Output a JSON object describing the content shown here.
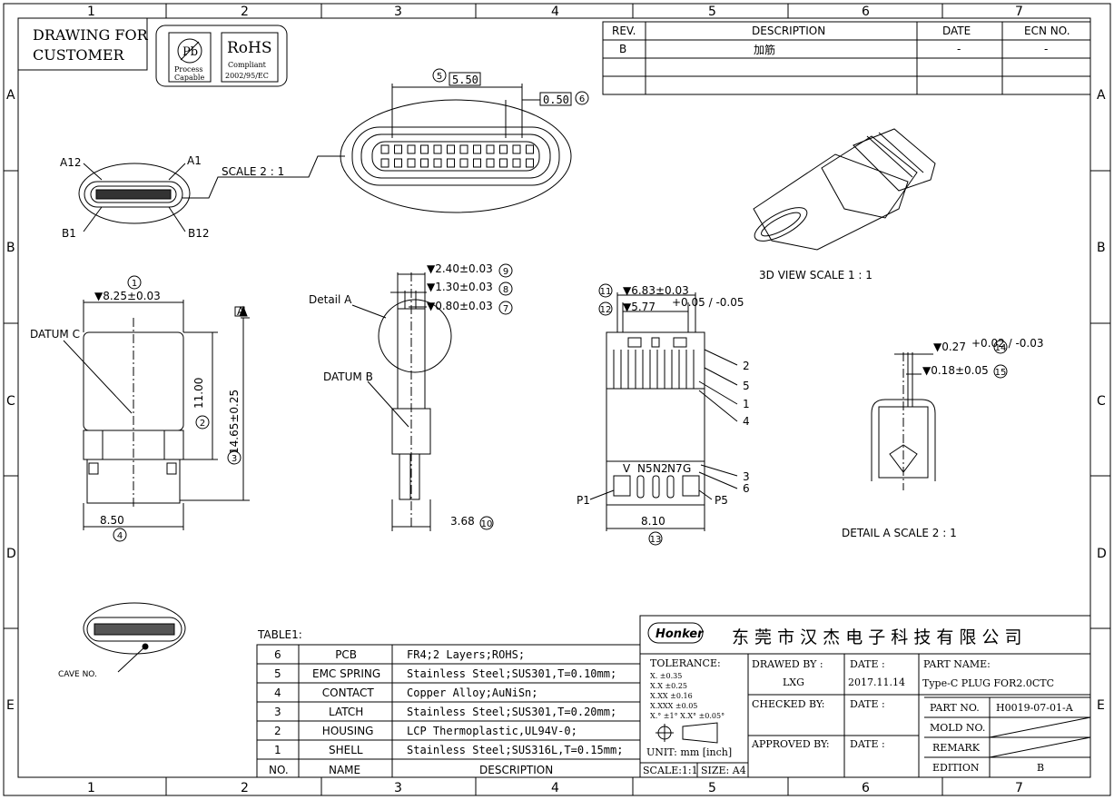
{
  "frame": {
    "cols": [
      "1",
      "2",
      "3",
      "4",
      "5",
      "6",
      "7"
    ],
    "rows": [
      "A",
      "B",
      "C",
      "D",
      "E"
    ]
  },
  "customer_box": {
    "line1": "DRAWING FOR",
    "line2": "CUSTOMER"
  },
  "badges": {
    "pb": "Pb",
    "pb_sub1": "Process",
    "pb_sub2": "Capable",
    "rohs": "RoHS",
    "rohs_sub1": "Compliant",
    "rohs_sub2": "2002/95/EC"
  },
  "revision_table": {
    "headers": [
      "REV.",
      "DESCRIPTION",
      "DATE",
      "ECN NO."
    ],
    "row": [
      "B",
      "加筋",
      "-",
      "-"
    ]
  },
  "labels": {
    "a12": "A12",
    "a1": "A1",
    "b1": "B1",
    "b12": "B12",
    "scale21": "SCALE 2 : 1",
    "view3d": "3D VIEW   SCALE 1 : 1",
    "datum_c": "DATUM C",
    "datum_b": "DATUM B",
    "detail_a": "Detail A",
    "detail_scale": "DETAIL A   SCALE 2 : 1",
    "cave": "CAVE NO.",
    "p1": "P1",
    "p5": "P5",
    "datum_a": "A",
    "pin_v": "V",
    "pin_n5": "N5",
    "pin_n2": "N2",
    "pin_n7": "N7",
    "pin_g": "G"
  },
  "dims": {
    "d550": "5.50",
    "d050": "0.50",
    "d825": "▼8.25±0.03",
    "d1100": "11.00",
    "d1465": "14.65±0.25",
    "d850": "8.50",
    "d240": "▼2.40±0.03",
    "d130": "▼1.30±0.03",
    "d080": "▼0.80±0.03",
    "d368": "3.68",
    "d683": "▼6.83±0.03",
    "d577": "▼5.77",
    "d577tol": "+0.05 / -0.05",
    "d810": "8.10",
    "d027": "▼0.27",
    "d027tol": "+0.02 / -0.03",
    "d018": "▼0.18±0.05"
  },
  "balloons": [
    "1",
    "2",
    "3",
    "4",
    "5",
    "6",
    "7",
    "8",
    "9",
    "10",
    "11",
    "12",
    "13",
    "14",
    "15"
  ],
  "callouts": [
    "2",
    "5",
    "1",
    "4",
    "3",
    "6"
  ],
  "bom": {
    "title": "TABLE1:",
    "rows": [
      {
        "no": "6",
        "name": "PCB",
        "desc": "FR4;2 Layers;ROHS;"
      },
      {
        "no": "5",
        "name": "EMC SPRING",
        "desc": "Stainless Steel;SUS301,T=0.10mm;"
      },
      {
        "no": "4",
        "name": "CONTACT",
        "desc": "Copper Alloy;AuNiSn;"
      },
      {
        "no": "3",
        "name": "LATCH",
        "desc": "Stainless Steel;SUS301,T=0.20mm;"
      },
      {
        "no": "2",
        "name": "HOUSING",
        "desc": "LCP Thermoplastic,UL94V-0;"
      },
      {
        "no": "1",
        "name": "SHELL",
        "desc": "Stainless Steel;SUS316L,T=0.15mm;"
      }
    ],
    "header": {
      "no": "NO.",
      "name": "NAME",
      "desc": "DESCRIPTION"
    }
  },
  "title_block": {
    "logo": "Honker",
    "company": "东 莞 市 汉 杰 电 子 科 技 有 限 公 司",
    "tolerance_title": "TOLERANCE:",
    "tol": [
      "X.      ±0.35",
      "X.X     ±0.25",
      "X.XX    ±0.16",
      "X.XXX   ±0.05",
      "X.° ±1°      X.X° ±0.05°"
    ],
    "unit": "UNIT: mm [inch]",
    "scale": "SCALE:1:1",
    "size": "SIZE: A4",
    "drawed_by": "DRAWED BY :",
    "drawer": "LXG",
    "date_label": "DATE :",
    "date": "2017.11.14",
    "checked_by": "CHECKED BY:",
    "approved_by": "APPROVED BY:",
    "part_name_label": "PART NAME:",
    "part_name": "Type-C PLUG FOR2.0CTC",
    "part_no_label": "PART NO.",
    "part_no": "H0019-07-01-A",
    "mold_no": "MOLD NO.",
    "remark": "REMARK",
    "edition": "EDITION",
    "edition_val": "B"
  }
}
